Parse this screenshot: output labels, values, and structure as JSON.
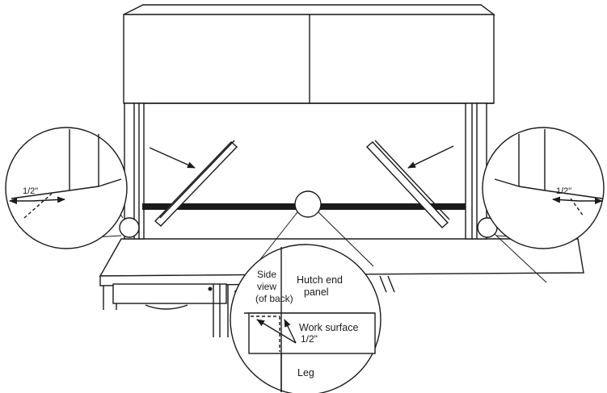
{
  "labels": {
    "left_dimension": "1/2\"",
    "right_dimension": "1/2\"",
    "side_view": [
      "Side",
      "view",
      "(of back)"
    ],
    "hutch_end_panel": [
      "Hutch end",
      "panel"
    ],
    "work_surface": "Work surface",
    "work_surface_dimension": "1/2\"",
    "leg": "Leg"
  },
  "colors": {
    "line": "#1a1a1a",
    "background": "#ffffff"
  }
}
